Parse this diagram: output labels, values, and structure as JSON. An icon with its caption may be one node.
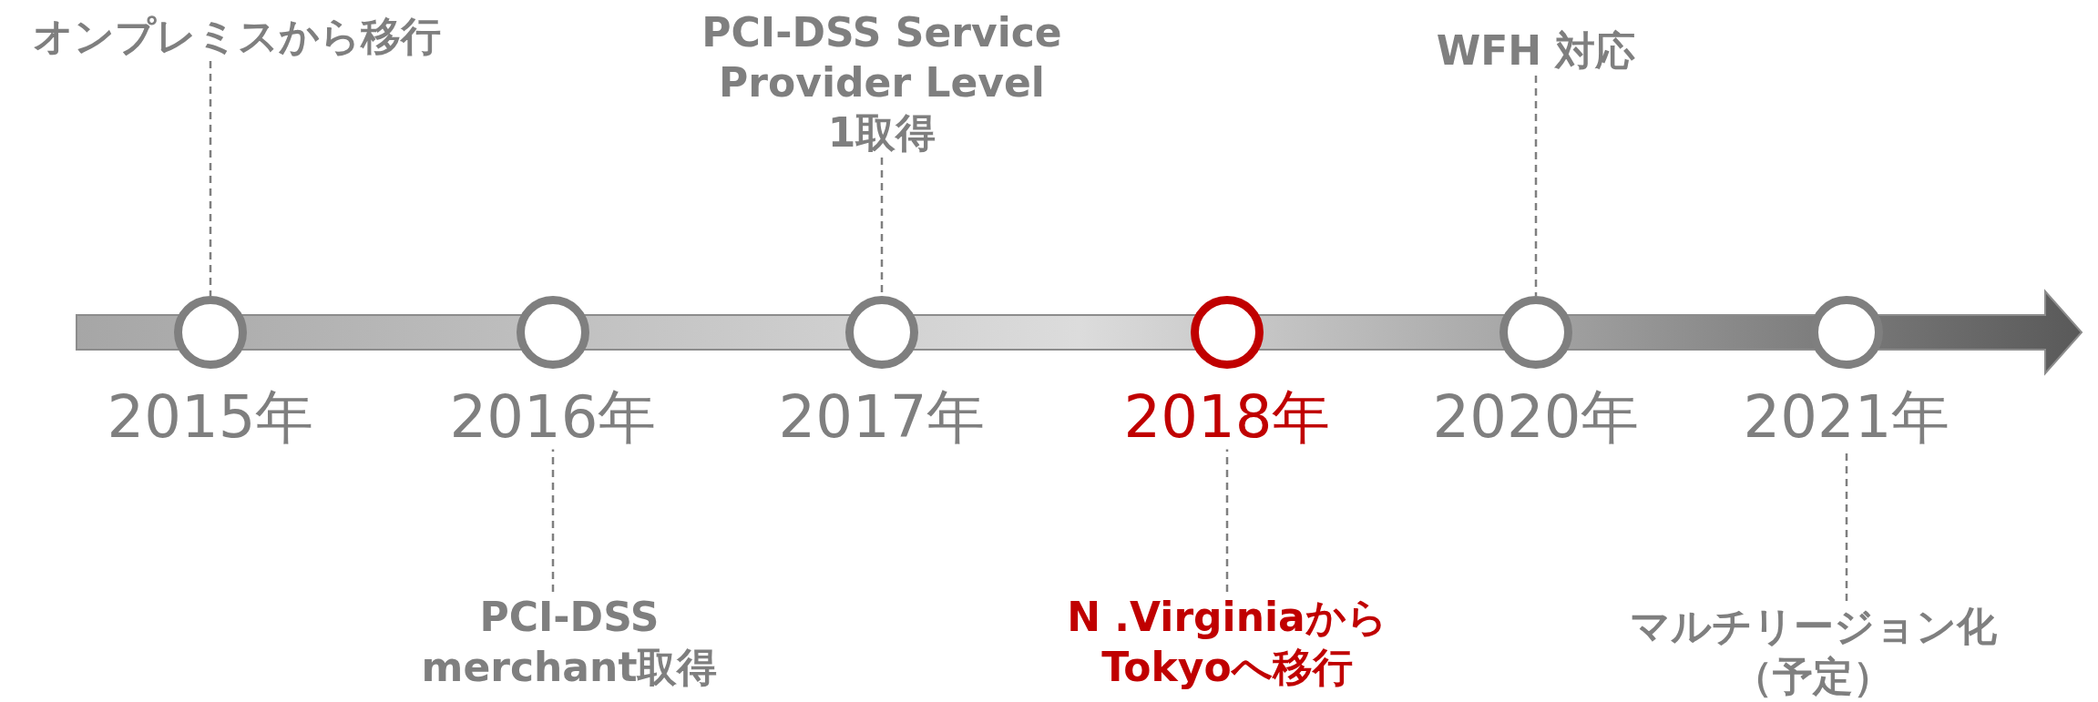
{
  "diagram": {
    "nodes": [
      {
        "text": [],
        "shape": "circle",
        "beside": [
          "2015年"
        ]
      },
      {
        "text": [],
        "shape": "circle",
        "beside": [
          "2016年"
        ]
      },
      {
        "text": [],
        "shape": "circle",
        "beside": [
          "2017年"
        ]
      },
      {
        "text": [],
        "shape": "circle",
        "beside": [
          "2018年"
        ]
      },
      {
        "text": [],
        "shape": "circle",
        "beside": [
          "2020年"
        ]
      },
      {
        "text": [],
        "shape": "circle",
        "beside": [
          "2021年"
        ]
      },
      {
        "text": [
          "オンプレミスから移行"
        ]
      },
      {
        "text": [
          "PCI-DSS merchant取得"
        ]
      },
      {
        "text": [
          "PCI-DSS Service Provider Level 1取得"
        ]
      },
      {
        "text": [
          "N .Virginiaから Tokyoへ移行"
        ]
      },
      {
        "text": [
          "WFH 対応"
        ]
      },
      {
        "text": [
          "マルチリージョン化（予定）"
        ]
      }
    ],
    "edges": [
      {
        "from": 6,
        "to": 0,
        "arrow": "none",
        "style": "dashed"
      },
      {
        "from": 7,
        "to": 1,
        "arrow": "none",
        "style": "dashed"
      },
      {
        "from": 8,
        "to": 2,
        "arrow": "none",
        "style": "dashed"
      },
      {
        "from": 9,
        "to": 3,
        "arrow": "none",
        "style": "dashed"
      },
      {
        "from": 10,
        "to": 4,
        "arrow": "none",
        "style": "dashed"
      },
      {
        "from": 11,
        "to": 5,
        "arrow": "none",
        "style": "dashed"
      }
    ]
  }
}
